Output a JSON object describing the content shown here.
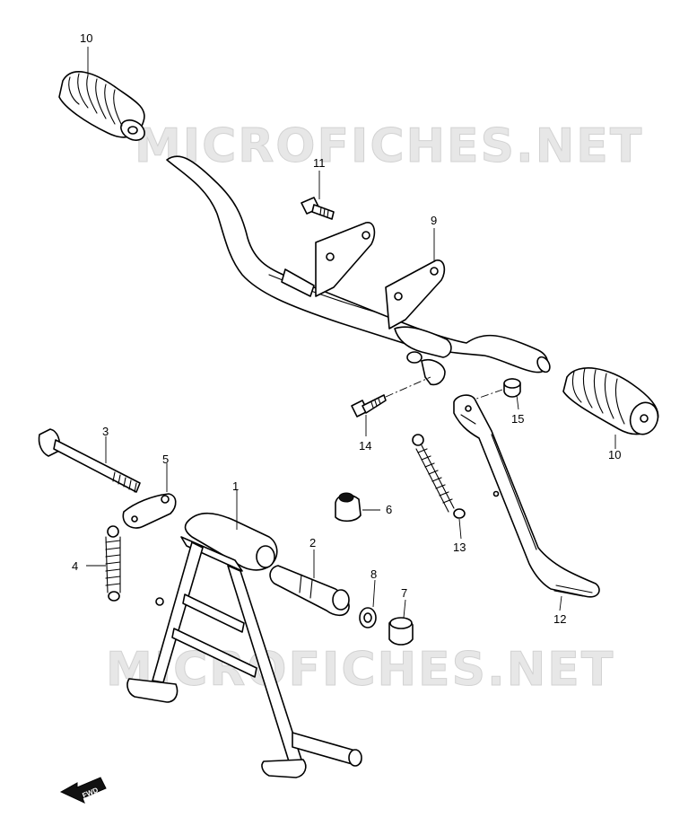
{
  "watermark": "MICROFICHES.NET",
  "fwd_label": "FWD",
  "callouts": {
    "c1": "1",
    "c2": "2",
    "c3": "3",
    "c4": "4",
    "c5": "5",
    "c6": "6",
    "c7": "7",
    "c8": "8",
    "c9": "9",
    "c10a": "10",
    "c10b": "10",
    "c11": "11",
    "c12": "12",
    "c13": "13",
    "c14": "14",
    "c15": "15"
  }
}
